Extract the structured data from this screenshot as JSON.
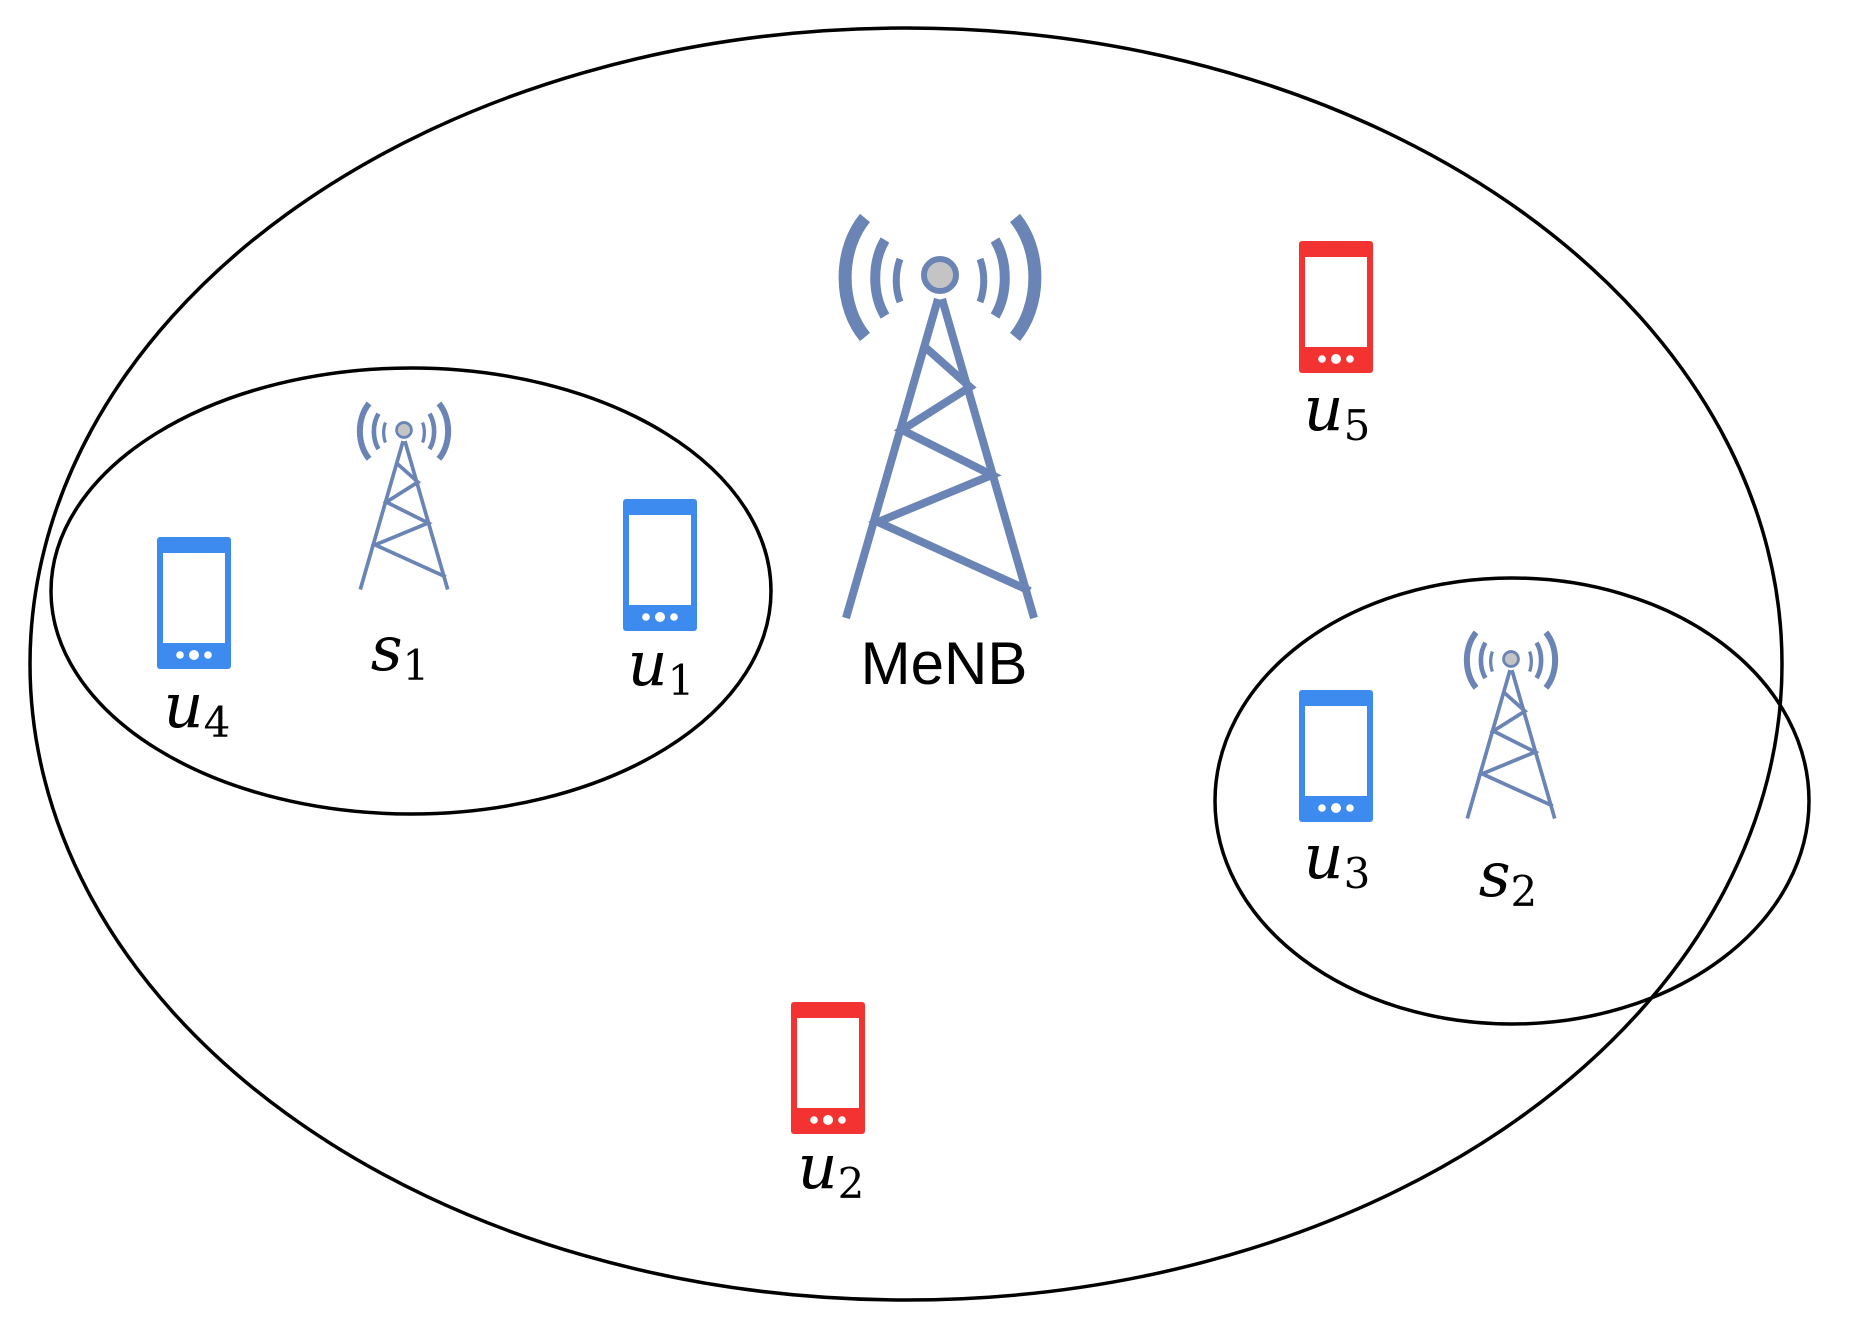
{
  "colors": {
    "tower": "#6a84b6",
    "tower_node": "#c4c4c4",
    "phone_served": "#3d8bef",
    "phone_unserved": "#f33232",
    "boundary": "#000000"
  },
  "macro_cell": {
    "label": "MeNB",
    "icon": "antenna-tower-icon"
  },
  "small_cells": [
    {
      "base": "s",
      "sub": "1",
      "icon": "antenna-tower-icon"
    },
    {
      "base": "s",
      "sub": "2",
      "icon": "antenna-tower-icon"
    }
  ],
  "users": [
    {
      "base": "u",
      "sub": "1",
      "icon": "smartphone-icon",
      "color": "#3d8bef"
    },
    {
      "base": "u",
      "sub": "2",
      "icon": "smartphone-icon",
      "color": "#f33232"
    },
    {
      "base": "u",
      "sub": "3",
      "icon": "smartphone-icon",
      "color": "#3d8bef"
    },
    {
      "base": "u",
      "sub": "4",
      "icon": "smartphone-icon",
      "color": "#3d8bef"
    },
    {
      "base": "u",
      "sub": "5",
      "icon": "smartphone-icon",
      "color": "#f33232"
    }
  ]
}
